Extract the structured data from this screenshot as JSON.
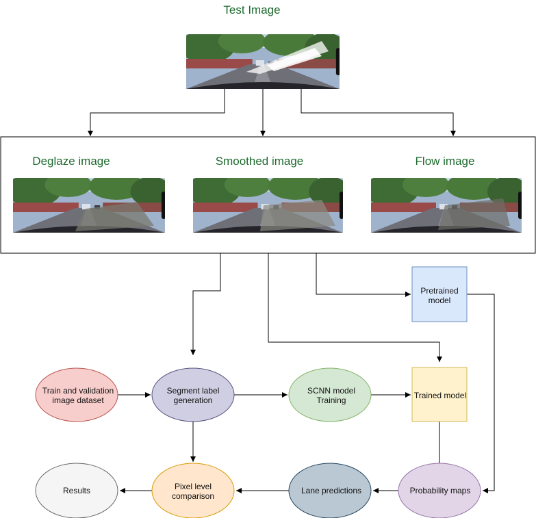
{
  "top": {
    "title": "Test Image"
  },
  "panel": {
    "deglaze_title": "Deglaze image",
    "smoothed_title": "Smoothed image",
    "flow_title": "Flow image"
  },
  "nodes": {
    "pretrained": [
      "Pretrained",
      "model"
    ],
    "train_dataset": [
      "Train and validation",
      "image dataset"
    ],
    "segment_label": [
      "Segment label",
      "generation"
    ],
    "scnn_training": [
      "SCNN model",
      "Training"
    ],
    "trained_model": [
      "Trained model"
    ],
    "results": [
      "Results"
    ],
    "pixel_comparison": [
      "Pixel level",
      "comparison"
    ],
    "lane_predictions": [
      "Lane predictions"
    ],
    "probability_maps": [
      "Probability maps"
    ]
  },
  "colors": {
    "title_green": "#1e6b2e",
    "pretrained_fill": "#dae8fc",
    "pretrained_stroke": "#6c8ebf",
    "dataset_fill": "#f8cecc",
    "dataset_stroke": "#b85450",
    "segment_fill": "#d0cee2",
    "segment_stroke": "#56517e",
    "scnn_fill": "#d5e8d4",
    "scnn_stroke": "#82b366",
    "trained_fill": "#fff2cc",
    "trained_stroke": "#d6b656",
    "results_fill": "#f5f5f5",
    "results_stroke": "#666666",
    "pixel_fill": "#ffe6cc",
    "pixel_stroke": "#d79b00",
    "lane_fill": "#bac8d3",
    "lane_stroke": "#23445d",
    "prob_fill": "#e1d5e7",
    "prob_stroke": "#9673a6"
  }
}
